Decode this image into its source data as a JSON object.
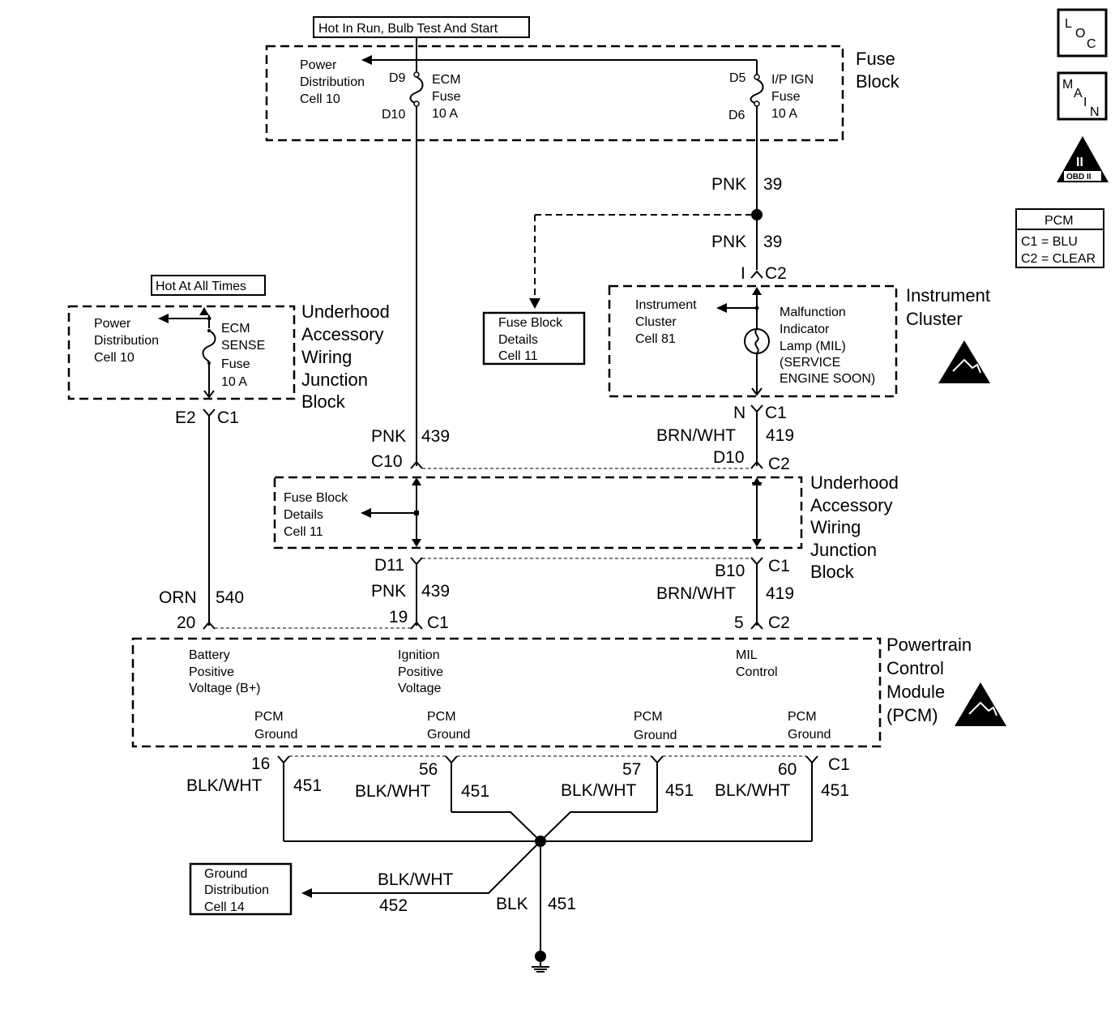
{
  "header_boxes": {
    "hot_run": "Hot In Run, Bulb Test And Start",
    "hot_all": "Hot At All Times"
  },
  "fuse_block": {
    "title_1": "Fuse",
    "title_2": "Block",
    "pdc": [
      "Power",
      "Distribution",
      "Cell 10"
    ],
    "ecm_fuse": [
      "ECM",
      "Fuse",
      "10 A"
    ],
    "ipign_fuse": [
      "I/P IGN",
      "Fuse",
      "10 A"
    ],
    "pins": {
      "d9": "D9",
      "d10": "D10",
      "d5": "D5",
      "d6": "D6"
    }
  },
  "legend_icons": {
    "loc": [
      "L",
      "O",
      "C"
    ],
    "main": [
      "M",
      "A",
      "I",
      "N"
    ],
    "obd_numeral": "II",
    "obd_text": "OBD II"
  },
  "connector_table": {
    "title": "PCM",
    "rows": [
      "C1 = BLU",
      "C2 = CLEAR"
    ]
  },
  "uajb_top": {
    "title": [
      "Underhood",
      "Accessory",
      "Wiring",
      "Junction",
      "Block"
    ],
    "pdc": [
      "Power",
      "Distribution",
      "Cell 10"
    ],
    "fuse": [
      "ECM",
      "SENSE",
      "Fuse",
      "10 A"
    ],
    "pin": "E2",
    "conn": "C1"
  },
  "fuse_block_ref": [
    "Fuse Block",
    "Details",
    "Cell 11"
  ],
  "instrument_cluster": {
    "title": [
      "Instrument",
      "Cluster"
    ],
    "ref": [
      "Instrument",
      "Cluster",
      "Cell 81"
    ],
    "mil": [
      "Malfunction",
      "Indicator",
      "Lamp (MIL)",
      "(SERVICE",
      "ENGINE SOON)"
    ],
    "top_pin": "I",
    "top_conn": "C2",
    "bot_pin": "N",
    "bot_conn": "C1"
  },
  "wires": {
    "pnk39_a_color": "PNK",
    "pnk39_a_num": "39",
    "pnk39_b_color": "PNK",
    "pnk39_b_num": "39",
    "pnk439_a_color": "PNK",
    "pnk439_a_num": "439",
    "pnk439_b_color": "PNK",
    "pnk439_b_num": "439",
    "brnwht_a_color": "BRN/WHT",
    "brnwht_a_num": "419",
    "brnwht_b_color": "BRN/WHT",
    "brnwht_b_num": "419",
    "orn_color": "ORN",
    "orn_num": "540",
    "g16_color": "BLK/WHT",
    "g16_num": "451",
    "g56_color": "BLK/WHT",
    "g56_num": "451",
    "g57_color": "BLK/WHT",
    "g57_num": "451",
    "g60_color": "BLK/WHT",
    "g60_num": "451",
    "g452_color": "BLK/WHT",
    "g452_num": "452",
    "blk_color": "BLK",
    "blk_num": "451"
  },
  "uajb_mid": {
    "title": [
      "Underhood",
      "Accessory",
      "Wiring",
      "Junction",
      "Block"
    ],
    "ref": [
      "Fuse Block",
      "Details",
      "Cell 11"
    ],
    "c10": "C10",
    "d10": "D10",
    "c2": "C2",
    "d11": "D11",
    "b10": "B10",
    "c1": "C1"
  },
  "pcm": {
    "title": [
      "Powertrain",
      "Control",
      "Module",
      "(PCM)"
    ],
    "batt": [
      "Battery",
      "Positive",
      "Voltage (B+)"
    ],
    "ign": [
      "Ignition",
      "Positive",
      "Voltage"
    ],
    "mil": [
      "MIL",
      "Control"
    ],
    "ground": [
      "PCM",
      "Ground"
    ],
    "pin20": "20",
    "pin19": "19",
    "c1": "C1",
    "pin5": "5",
    "c2": "C2",
    "pin16": "16",
    "pin56": "56",
    "pin57": "57",
    "pin60": "60",
    "c1b": "C1"
  },
  "ground_ref": [
    "Ground",
    "Distribution",
    "Cell 14"
  ]
}
